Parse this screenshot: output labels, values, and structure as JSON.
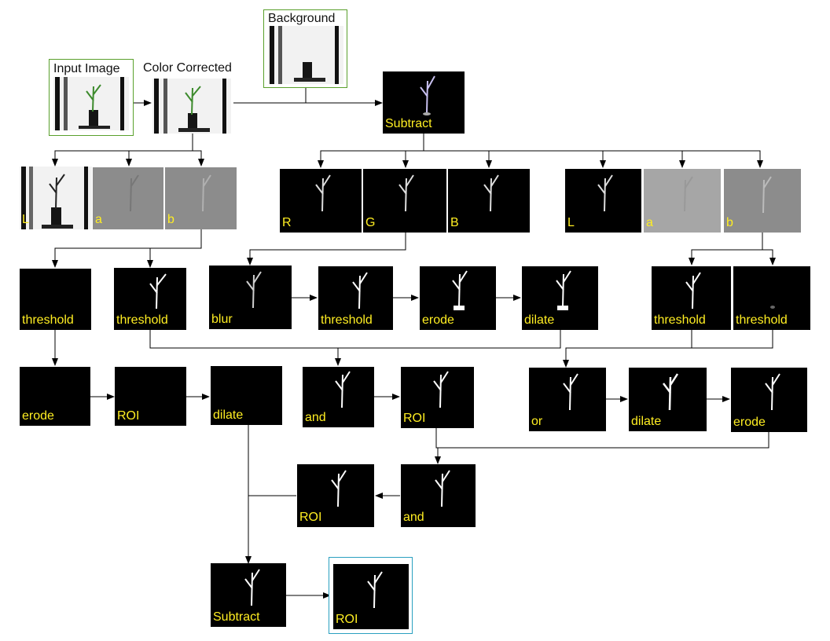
{
  "colors": {
    "label": "#ffee22",
    "input_frame": "#5aa02c",
    "output_frame": "#2aa0c0"
  },
  "nodes": {
    "input_image": "Input Image",
    "color_corrected": "Color Corrected",
    "background": "Background",
    "subtract_top": "Subtract",
    "lab_L": "L",
    "lab_a": "a",
    "lab_b": "b",
    "rgb_R": "R",
    "rgb_G": "G",
    "rgb_B": "B",
    "lab2_L": "L",
    "lab2_a": "a",
    "lab2_b": "b",
    "threshold_L": "threshold",
    "threshold_b": "threshold",
    "blur": "blur",
    "threshold_blur": "threshold",
    "erode_g": "erode",
    "dilate_g": "dilate",
    "threshold_b2": "threshold",
    "threshold_b3": "threshold",
    "erode_L": "erode",
    "roi_L": "ROI",
    "dilate_L": "dilate",
    "and_1": "and",
    "roi_1": "ROI",
    "or_1": "or",
    "dilate_or": "dilate",
    "erode_or": "erode",
    "roi_2": "ROI",
    "and_2": "and",
    "subtract_final": "Subtract",
    "roi_final": "ROI"
  }
}
